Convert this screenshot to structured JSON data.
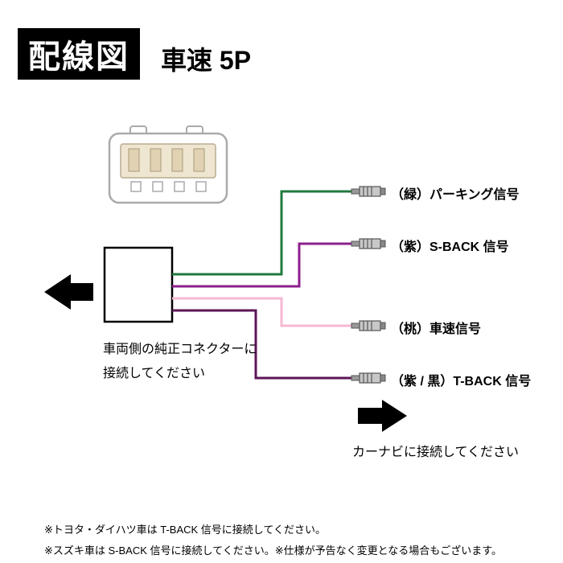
{
  "header": {
    "badge": "配線図",
    "title": "車速 5P"
  },
  "connector_note": {
    "line1": "車両側の純正コネクターに",
    "line2": "接続してください"
  },
  "wires": [
    {
      "id": "parking-signal",
      "label": "（緑）パーキング信号",
      "color": "#1f7a3d"
    },
    {
      "id": "s-back-signal",
      "label": "（紫）S-BACK 信号",
      "color": "#8d1f8d"
    },
    {
      "id": "speed-signal",
      "label": "（桃）車速信号",
      "color": "#f6b8d2"
    },
    {
      "id": "t-back-signal",
      "label": "（紫 / 黒）T-BACK 信号",
      "color": "#5c1556"
    }
  ],
  "navi_note": "カーナビに接続してください",
  "footnotes": [
    "※トヨタ・ダイハツ車は T-BACK 信号に接続してください。",
    "※スズキ車は S-BACK 信号に接続してください。※仕様が予告なく変更となる場合もございます。"
  ],
  "colors": {
    "black": "#000000",
    "outline_gray": "#aaaaaa",
    "terminal_gray": "#c8c8c8",
    "terminal_dark": "#555555",
    "pin_beige": "#efe6d2",
    "pin_tan": "#e0d2b2"
  }
}
